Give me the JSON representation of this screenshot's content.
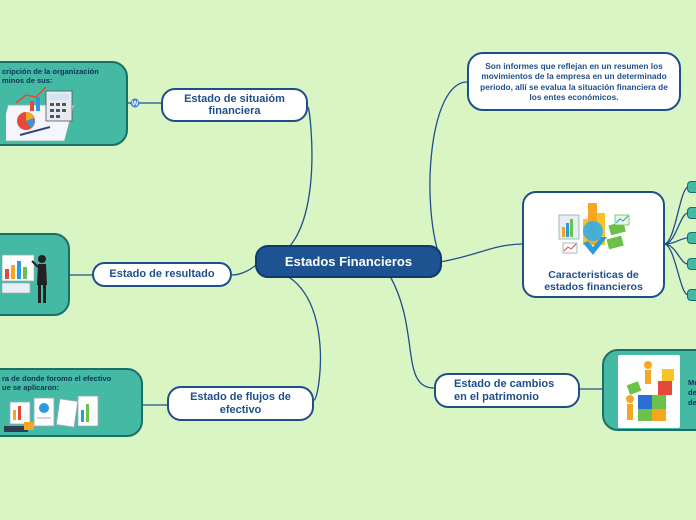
{
  "central": {
    "label": "Estados Financieros"
  },
  "branches": {
    "situacion": "Estado de situaiόm financiera",
    "resultado": "Estado de resultado",
    "flujos": "Estado de flujos de efectivo",
    "cambios": "Estado de cambios en el patrimonio",
    "caracteristicas": "Caracteristicas de estados financieros"
  },
  "note": {
    "text": "Son informes que reflejan en un resumen los movimientos de la empresa en un determinado periodo, allí se evalua la situación financiera de los entes económicos."
  },
  "details": {
    "situacion": "cripción de la organización\nminos de sus:",
    "flujos": "ra de donde foromo el efectivo\nue se aplicaron:",
    "cambios": "Mu\nde\nde"
  },
  "icons": {
    "link": "link-icon",
    "situacion_img": "finance-charts-calculator-illustration",
    "resultado_img": "presenter-chart-illustration",
    "flujos_img": "documents-charts-illustration",
    "caracteristicas_img": "bar-chart-graphs-illustration",
    "cambios_img": "puzzle-people-illustration"
  },
  "colors": {
    "background": "#d9f5c4",
    "central_fill": "#1e5391",
    "node_border": "#1f4f8a",
    "teal_fill": "#44b9a4",
    "line": "#1f4f8a"
  }
}
